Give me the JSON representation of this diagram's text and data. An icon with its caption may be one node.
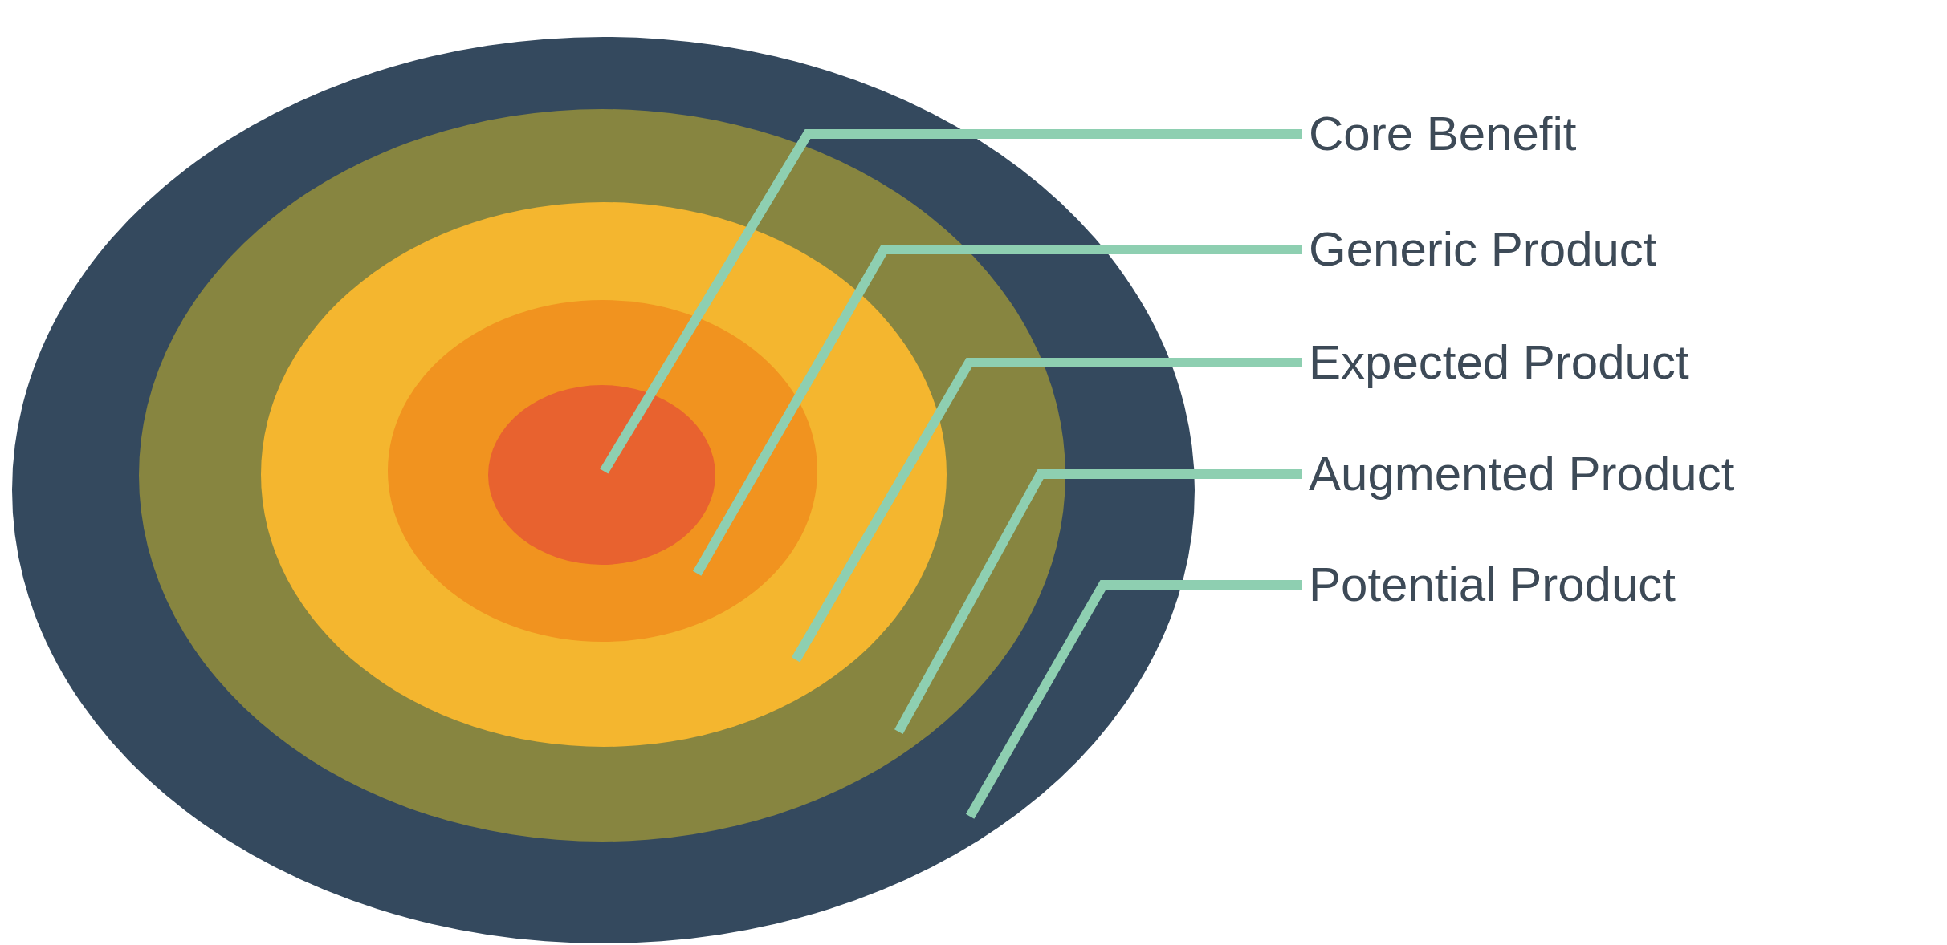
{
  "diagram": {
    "nodes": [
      {
        "text": [],
        "shape": "circle"
      },
      {
        "text": [],
        "shape": "circle",
        "in": 0
      },
      {
        "text": [],
        "shape": "circle",
        "in": 1
      },
      {
        "text": [],
        "shape": "circle",
        "in": 2
      },
      {
        "text": [],
        "shape": "circle",
        "in": 3
      },
      {
        "text": [
          "Core Benefit"
        ]
      },
      {
        "text": [
          "Generic Product"
        ]
      },
      {
        "text": [
          "Expected Product"
        ]
      },
      {
        "text": [
          "Augmented Product"
        ]
      },
      {
        "text": [
          "Potential Product"
        ]
      }
    ],
    "edges": [
      {
        "from": 5,
        "to": 4,
        "arrow": "none"
      },
      {
        "from": 6,
        "to": 3,
        "arrow": "none"
      },
      {
        "from": 7,
        "to": 2,
        "arrow": "none"
      },
      {
        "from": 8,
        "to": 1,
        "arrow": "none"
      },
      {
        "from": 9,
        "to": 0,
        "arrow": "none"
      }
    ]
  }
}
